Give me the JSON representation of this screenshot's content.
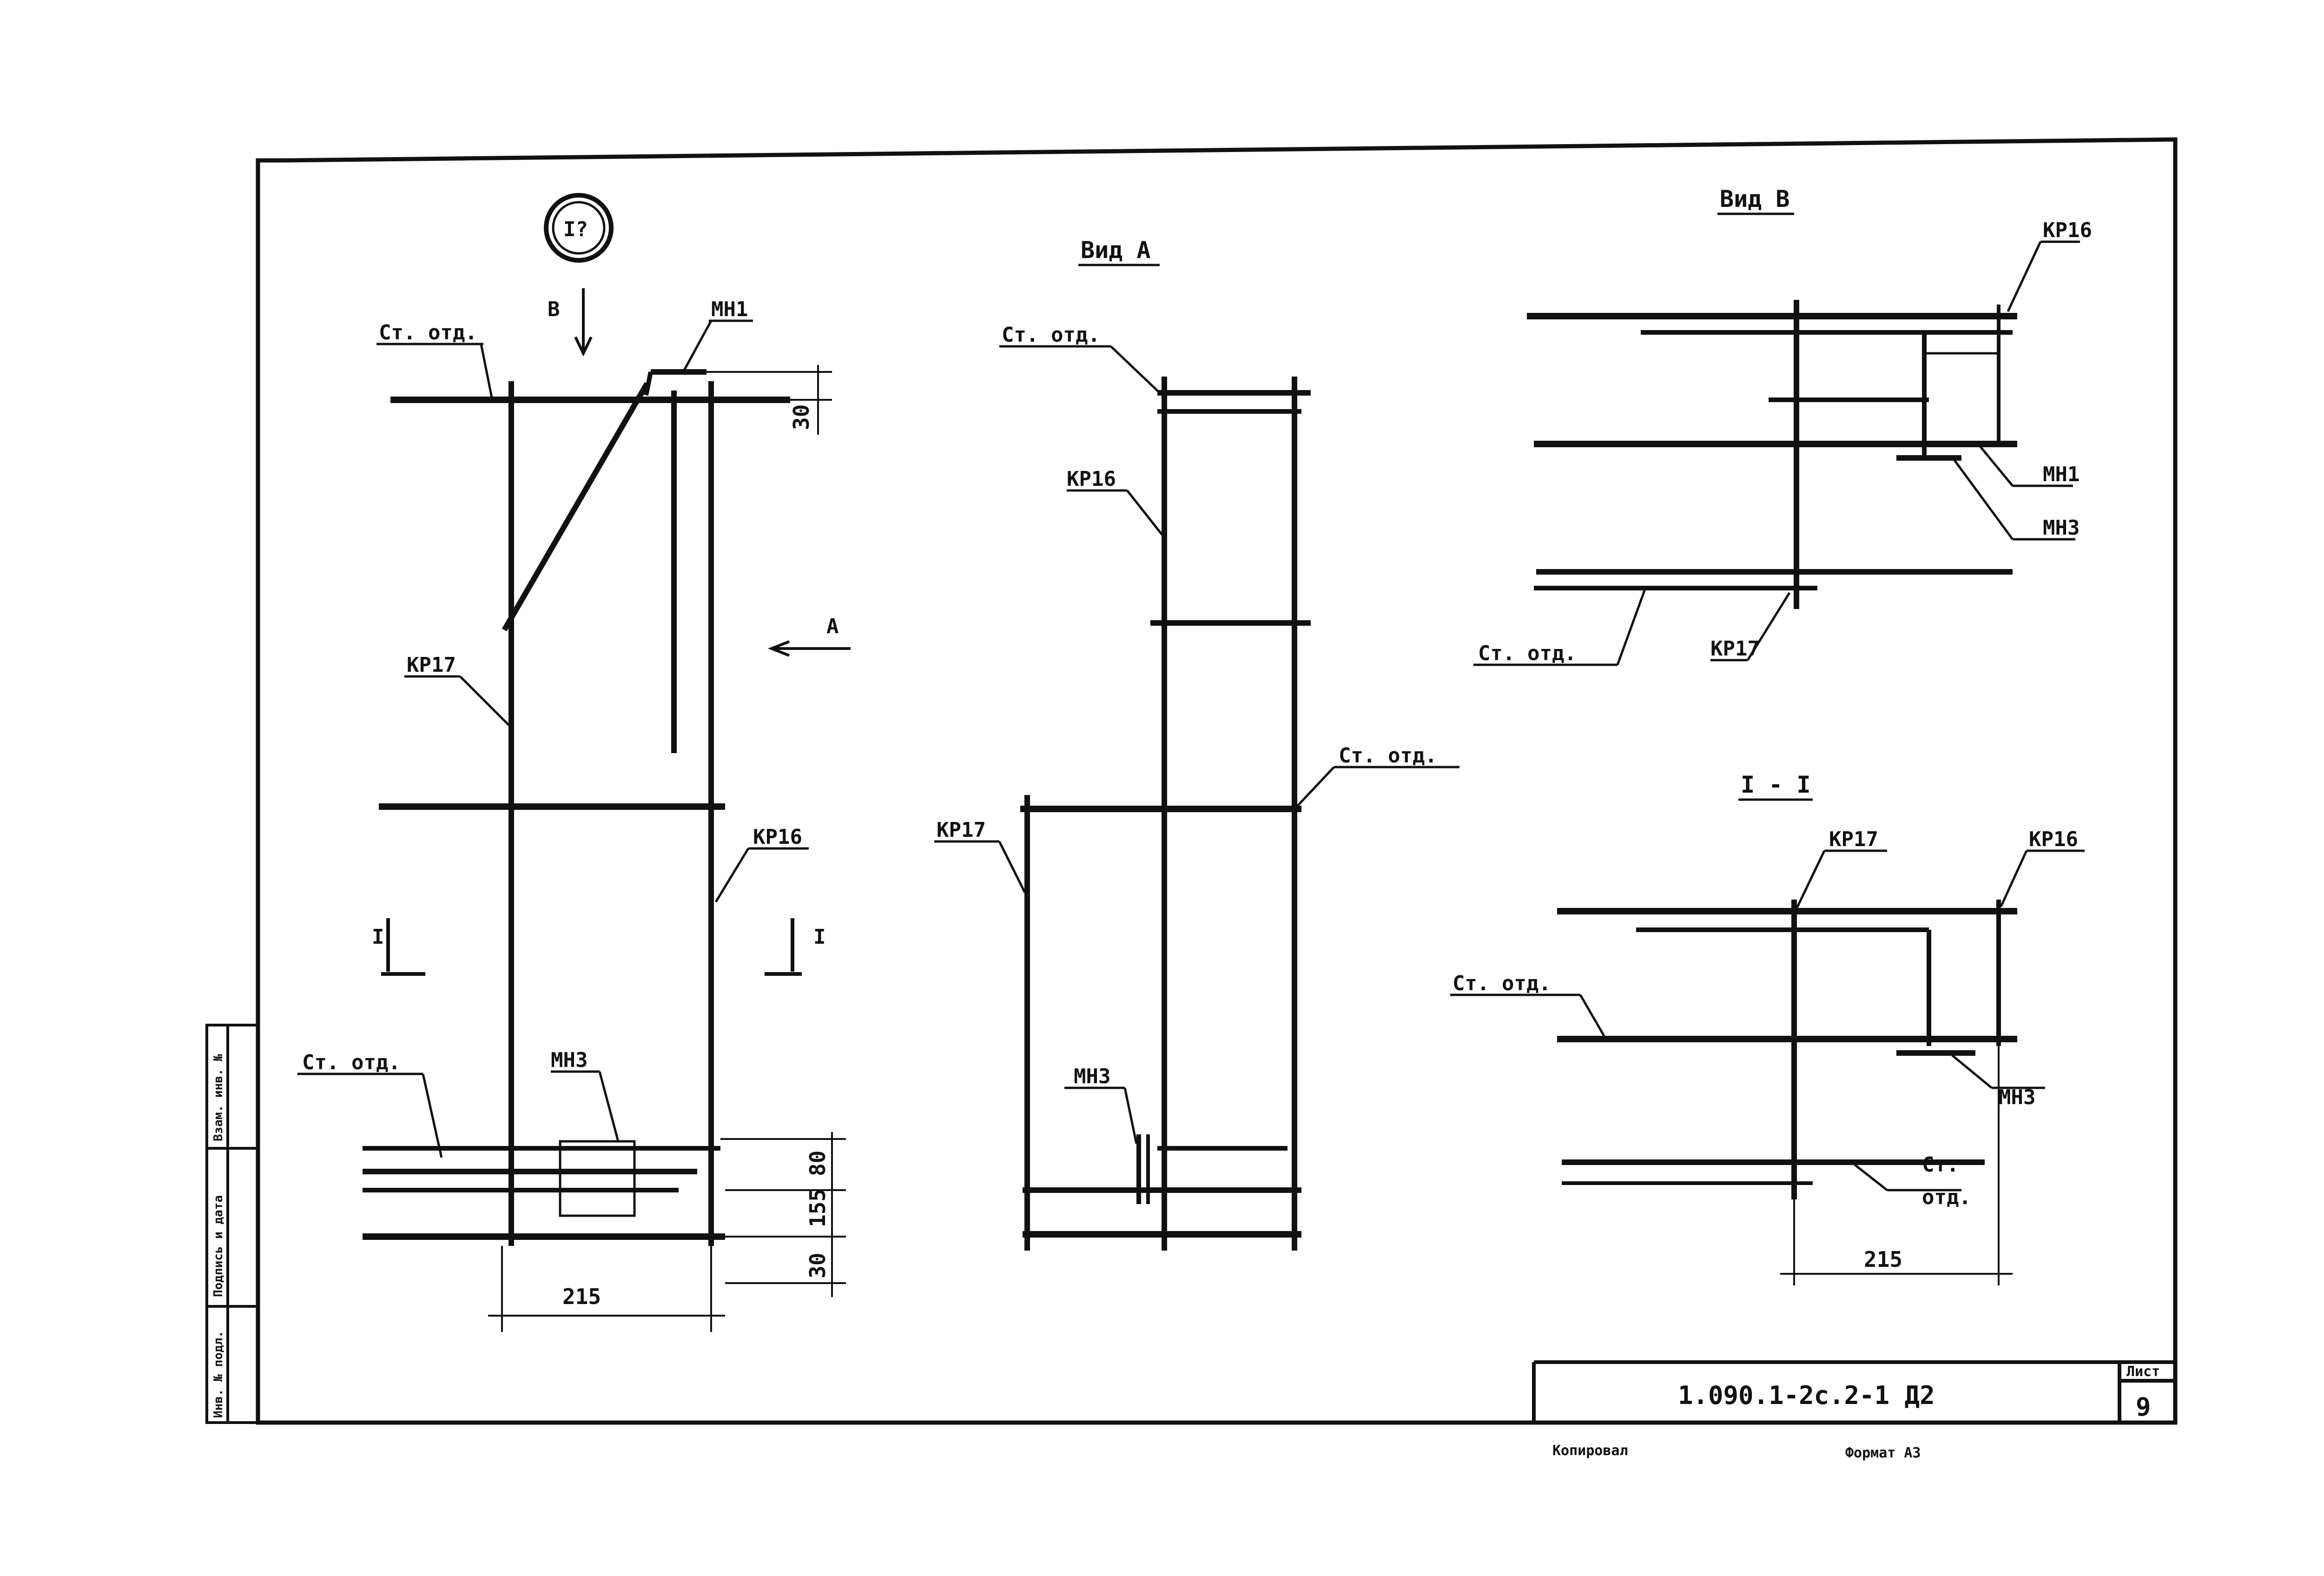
{
  "marker": "I?",
  "view_letters": {
    "b": "В",
    "a": "А"
  },
  "section_mark": "I",
  "left_view": {
    "labels": {
      "st_otd_top": "Ст. отд.",
      "mn1": "МН1",
      "kr17": "КР17",
      "kr16": "КР16",
      "st_otd_bottom": "Ст. отд.",
      "mn3": "МН3"
    },
    "dims": {
      "d30_top": "30",
      "d80": "80",
      "d155": "155",
      "d30_bottom": "30",
      "d215": "215"
    }
  },
  "view_a": {
    "title": "Вид А",
    "labels": {
      "st_otd_top": "Ст. отд.",
      "kr16": "КР16",
      "st_otd_mid": "Ст. отд.",
      "kr17": "КР17",
      "mn3": "МН3"
    }
  },
  "view_b": {
    "title": "Вид В",
    "labels": {
      "kr16": "КР16",
      "mn1": "МН1",
      "mn3": "МН3",
      "st_otd": "Ст. отд.",
      "kr17": "КР17"
    }
  },
  "section_1": {
    "title": "I - I",
    "labels": {
      "kr17": "КР17",
      "kr16": "КР16",
      "st_otd_left": "Ст. отд.",
      "mn3": "МН3",
      "st_otd_right_1": "Ст.",
      "st_otd_right_2": "отд."
    },
    "dims": {
      "d215": "215"
    }
  },
  "side_stamp": [
    "Инв. № подл.",
    "Подпись и дата",
    "Взам. инв. №"
  ],
  "title_block": {
    "code": "1.090.1-2с.2-1 Д2",
    "sheet_label": "Лист",
    "sheet_number": "9"
  },
  "footer": {
    "copied": "Копировал",
    "format": "Формат А3"
  }
}
